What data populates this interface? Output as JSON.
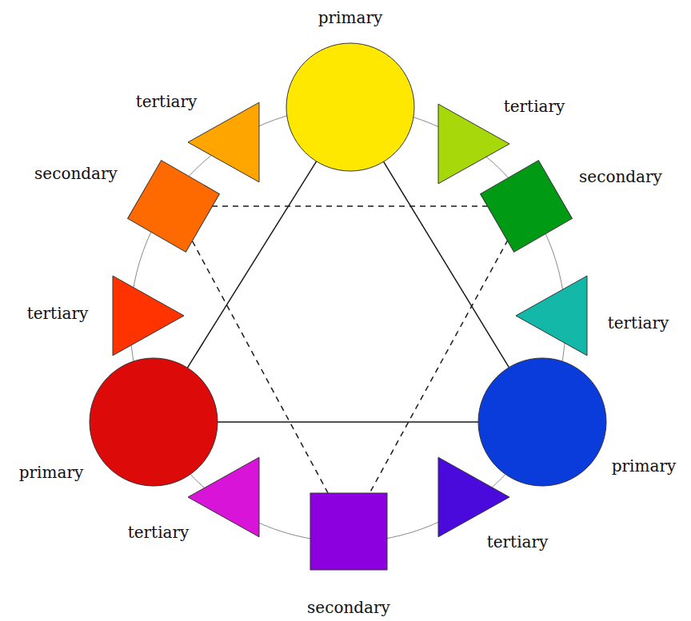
{
  "diagram": {
    "nodes": [
      {
        "text": [
          "primary"
        ]
      },
      {
        "text": [
          "tertiary"
        ]
      },
      {
        "text": [
          "tertiary"
        ]
      },
      {
        "text": [
          "secondary"
        ]
      },
      {
        "text": [
          "secondary"
        ]
      },
      {
        "text": [
          "tertiary"
        ]
      },
      {
        "text": [
          "tertiary"
        ]
      },
      {
        "text": [
          "primary"
        ]
      },
      {
        "text": [
          "primary"
        ]
      },
      {
        "text": [
          "tertiary"
        ]
      },
      {
        "text": [
          "secondary"
        ]
      },
      {
        "text": [
          "tertiary"
        ]
      }
    ],
    "edges": [
      {
        "from": 0,
        "to": 7,
        "arrow": "none"
      },
      {
        "from": 7,
        "to": 8,
        "arrow": "none"
      },
      {
        "from": 8,
        "to": 0,
        "arrow": "none"
      },
      {
        "from": 3,
        "to": 4,
        "arrow": "none"
      },
      {
        "from": 4,
        "to": 10,
        "arrow": "none"
      },
      {
        "from": 10,
        "to": 3,
        "arrow": "none"
      }
    ]
  }
}
